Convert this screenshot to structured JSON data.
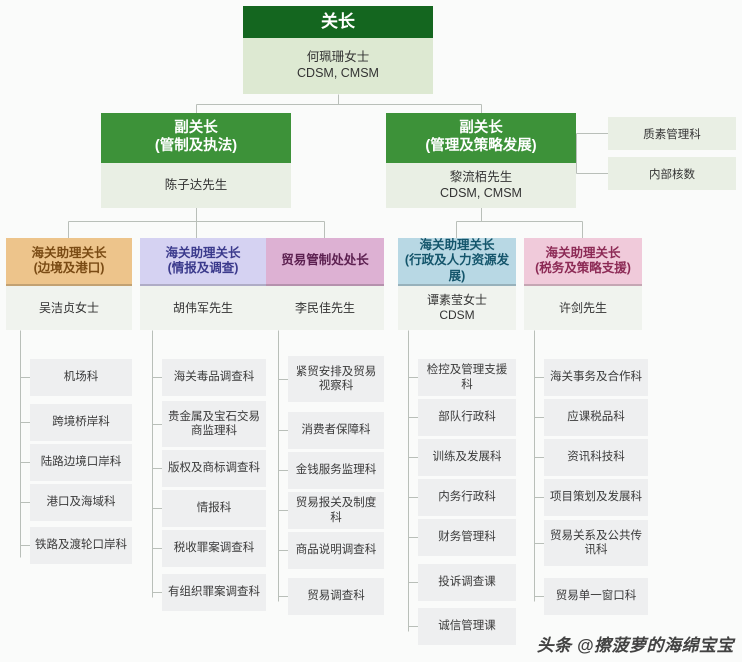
{
  "colors": {
    "root_header": "#14661f",
    "root_body": "#dde9d2",
    "deputy_header": "#3d9239",
    "deputy_body": "#e9efe4",
    "staff_box": "#e9efe4",
    "unit_box": "#eeeff0",
    "page_background": "#fafbfa",
    "ac_border_bottom": "#c9a16a"
  },
  "root": {
    "title": "关长",
    "person": "何珮珊女士\nCDSM, CMSM"
  },
  "deputies": [
    {
      "title": "副关长\n(管制及执法)",
      "person": "陈子达先生"
    },
    {
      "title": "副关长\n(管理及策略发展)",
      "person": "黎流栢先生\nCDSM, CMSM"
    }
  ],
  "staff_units": [
    {
      "label": "质素管理科"
    },
    {
      "label": "内部核数"
    }
  ],
  "columns": [
    {
      "title": "海关助理关长\n(边境及港口)",
      "person": "吴洁贞女士",
      "header_bg": "#edc48b",
      "header_color": "#7a4b14",
      "units": [
        "机场科",
        "跨境桥岸科",
        "陆路边境口岸科",
        "港口及海域科",
        "铁路及渡轮口岸科"
      ]
    },
    {
      "title": "海关助理关长\n(情报及调查)",
      "person": "胡伟军先生",
      "header_bg": "#d5d2f2",
      "header_color": "#3b3a8c",
      "units": [
        "海关毒品调查科",
        "贵金属及宝石交易商监理科",
        "版权及商标调查科",
        "情报科",
        "税收罪案调查科",
        "有组织罪案调查科"
      ]
    },
    {
      "title": "贸易管制处处长",
      "person": "李民佳先生",
      "header_bg": "#ddb1d3",
      "header_color": "#5c2050",
      "units": [
        "紧贸安排及贸易视察科",
        "消费者保障科",
        "金钱服务监理科",
        "贸易报关及制度科",
        "商品说明调查科",
        "贸易调查科"
      ]
    },
    {
      "title": "海关助理关长\n(行政及人力资源发展)",
      "person": "谭素莹女士\nCDSM",
      "header_bg": "#b8d8e4",
      "header_color": "#14556b",
      "units": [
        "检控及管理支援科",
        "部队行政科",
        "训练及发展科",
        "内务行政科",
        "财务管理科",
        "投诉调查课",
        "诚信管理课"
      ]
    },
    {
      "title": "海关助理关长\n(税务及策略支援)",
      "person": "许剑先生",
      "header_bg": "#f0cada",
      "header_color": "#8c2a55",
      "units": [
        "海关事务及合作科",
        "应课税品科",
        "资讯科技科",
        "项目策划及发展科",
        "贸易关系及公共传讯科",
        "贸易单一窗口科"
      ]
    }
  ],
  "watermark": {
    "text": "头条 @擦菠萝的海绵宝宝"
  }
}
